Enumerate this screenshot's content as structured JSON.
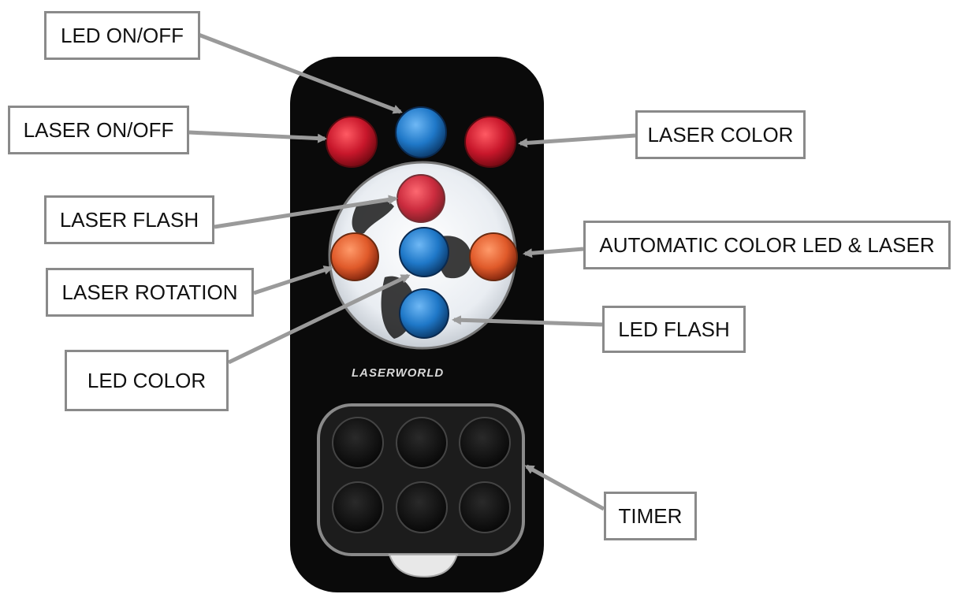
{
  "labels": {
    "led_on_off": "LED ON/OFF",
    "laser_on_off": "LASER ON/OFF",
    "laser_color": "LASER COLOR",
    "laser_flash": "LASER FLASH",
    "auto_color": "AUTOMATIC COLOR LED & LASER",
    "laser_rotation": "LASER ROTATION",
    "led_flash": "LED FLASH",
    "led_color": "LED COLOR",
    "timer": "TIMER"
  },
  "remote": {
    "brand_text": "LASERWORLD",
    "timer_button_count": 6
  },
  "colors": {
    "callout_border": "#8a8a8a",
    "arrow": "#9a9a9a",
    "remote_body": "#0a0a0a",
    "red_button": "#c8172b",
    "blue_button": "#1f78c8",
    "orange_button": "#e05a2a",
    "timer_button": "#151515"
  }
}
